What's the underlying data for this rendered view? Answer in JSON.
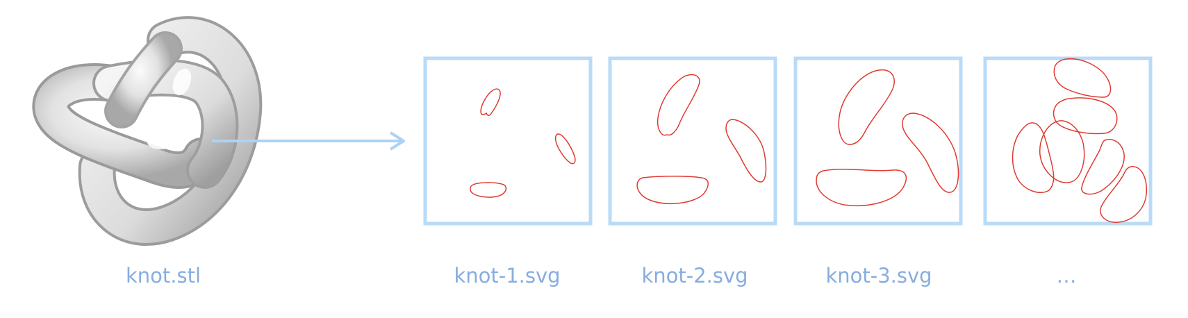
{
  "input": {
    "file_label": "knot.stl"
  },
  "outputs": [
    {
      "file_label": "knot-1.svg"
    },
    {
      "file_label": "knot-2.svg"
    },
    {
      "file_label": "knot-3.svg"
    },
    {
      "file_label": "…"
    }
  ],
  "colors": {
    "frame": "#b9dbf7",
    "arrow": "#acd3f5",
    "contour": "#e03a30",
    "caption": "#86ade0",
    "knot_light": "#f7f7f7",
    "knot_dark": "#9a9a9a"
  },
  "icons": {
    "knot": "trefoil-knot-3d-render",
    "arrow": "right-arrow"
  }
}
